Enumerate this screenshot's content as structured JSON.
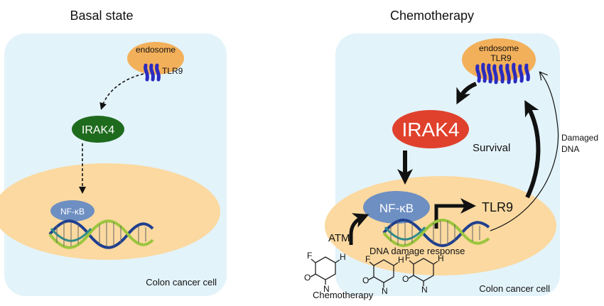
{
  "panels": {
    "basal": {
      "title": "Basal state",
      "endosome_label": "endosome",
      "tlr9_label": "TLR9",
      "irak4_label": "IRAK4",
      "nfkb_label": "NF-κB",
      "cell_label": "Colon cancer cell"
    },
    "chemo": {
      "title": "Chemotherapy",
      "endosome_label": "endosome",
      "tlr9_label": "TLR9",
      "irak4_label": "IRAK4",
      "nfkb_label": "NF-κB",
      "tlr9_gene_label": "TLR9",
      "atm_label": "ATM",
      "ddr_label": "DNA damage response",
      "survival_label": "Survival",
      "damaged_label_1": "Damaged",
      "damaged_label_2": "DNA",
      "drug_label": "Chemotherapy",
      "cell_label": "Colon cancer cell",
      "molecule_atoms": {
        "F": "F",
        "O": "O",
        "N": "N",
        "H": "H"
      }
    }
  },
  "colors": {
    "cell": "#e3f3fa",
    "nucleus": "#fbd9a0",
    "endosome": "#f3b05a",
    "tlr9": "#2a2bbf",
    "irak4_basal": "#1e6b1e",
    "irak4_chemo": "#e0412d",
    "nfkb": "#6e8fc2",
    "dna_a": "#2e8b8b",
    "dna_b": "#9bc53d",
    "dna_c": "#1f3f8f"
  }
}
